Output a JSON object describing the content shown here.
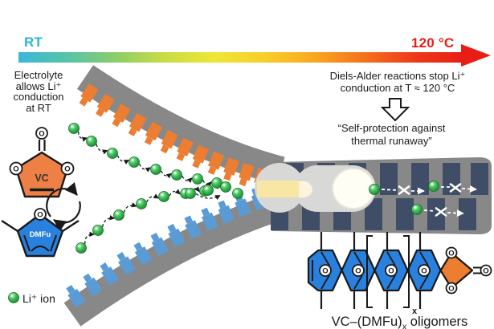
{
  "colors": {
    "band_gray": "#888888",
    "teeth_orange": "#ED7D31",
    "teeth_blue": "#5B9BD5",
    "teeth_slate": "#3F4E66",
    "slider_gray": "#D8D8D6",
    "slider_tab_yellow": "#F8E7A4",
    "slider_tip_cream": "#FBF3DC",
    "slider_glow_white": "#FFFEF4",
    "ion_green": "#2DB34A",
    "vc_orange": "#EE8046",
    "dmfu_blue": "#2980DD",
    "rt_cyan": "#29B5D8",
    "hot_red": "#E81E16",
    "text_dark": "#1A1A1A"
  },
  "gradient_arrow": {
    "label_left": "RT",
    "label_right": "120 °C",
    "stops": [
      "#3BB7D9",
      "#56C4A8",
      "#8BCE69",
      "#C8DD45",
      "#EFE636",
      "#F8CD28",
      "#F8A61E",
      "#F4711C",
      "#EE3A19",
      "#E81E16"
    ]
  },
  "left_note": {
    "lines": [
      "Electrolyte",
      "allows Li⁺",
      "conduction",
      "at RT"
    ]
  },
  "right_note": {
    "lines": [
      "Diels-Alder reactions stop Li⁺",
      "conduction at T ≈ 120 °C"
    ]
  },
  "quote_note": {
    "lines": [
      "“Self-protection against",
      "thermal runaway”"
    ]
  },
  "legend": {
    "ion_label": "Li⁺ ion"
  },
  "molecules": {
    "vc_label": "VC",
    "dmfu_label": "DMFu",
    "oxygen_label": "O",
    "repeat_subscript": "x"
  },
  "oligomer_caption": {
    "prefix": "VC–(DMFu)",
    "subscript": "x",
    "suffix": " oligomers"
  }
}
